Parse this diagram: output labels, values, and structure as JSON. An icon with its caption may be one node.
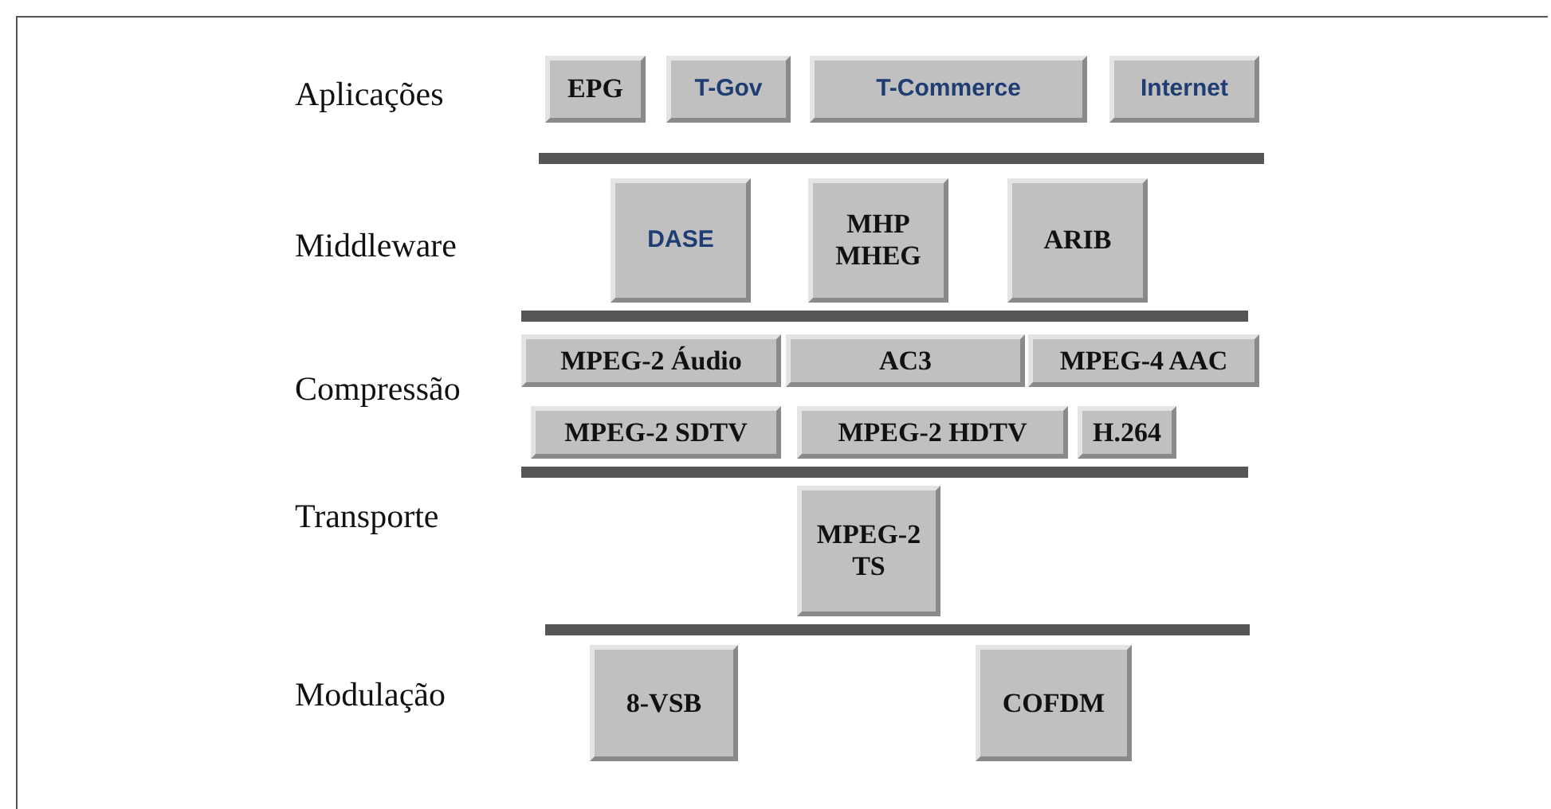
{
  "diagram": {
    "nodes": [
      {
        "text": [
          "EPG"
        ]
      },
      {
        "text": [
          "T-Gov"
        ]
      },
      {
        "text": [
          "T-Commerce"
        ]
      },
      {
        "text": [
          "Internet"
        ]
      },
      {
        "text": [
          "DASE"
        ]
      },
      {
        "text": [
          "MHP MHEG"
        ]
      },
      {
        "text": [
          "ARIB"
        ]
      },
      {
        "text": [
          "MPEG-2 Áudio"
        ]
      },
      {
        "text": [
          "AC3"
        ]
      },
      {
        "text": [
          "MPEG-4 AAC"
        ]
      },
      {
        "text": [
          "MPEG-2 SDTV"
        ]
      },
      {
        "text": [
          "MPEG-2 HDTV"
        ]
      },
      {
        "text": [
          "H.264"
        ]
      },
      {
        "text": [
          "MPEG-2 TS"
        ]
      },
      {
        "text": [
          "8-VSB"
        ]
      },
      {
        "text": [
          "COFDM"
        ]
      }
    ],
    "labels": [
      "Aplicações",
      "Middleware",
      "Compressão",
      "Transporte",
      "Modulação"
    ]
  }
}
